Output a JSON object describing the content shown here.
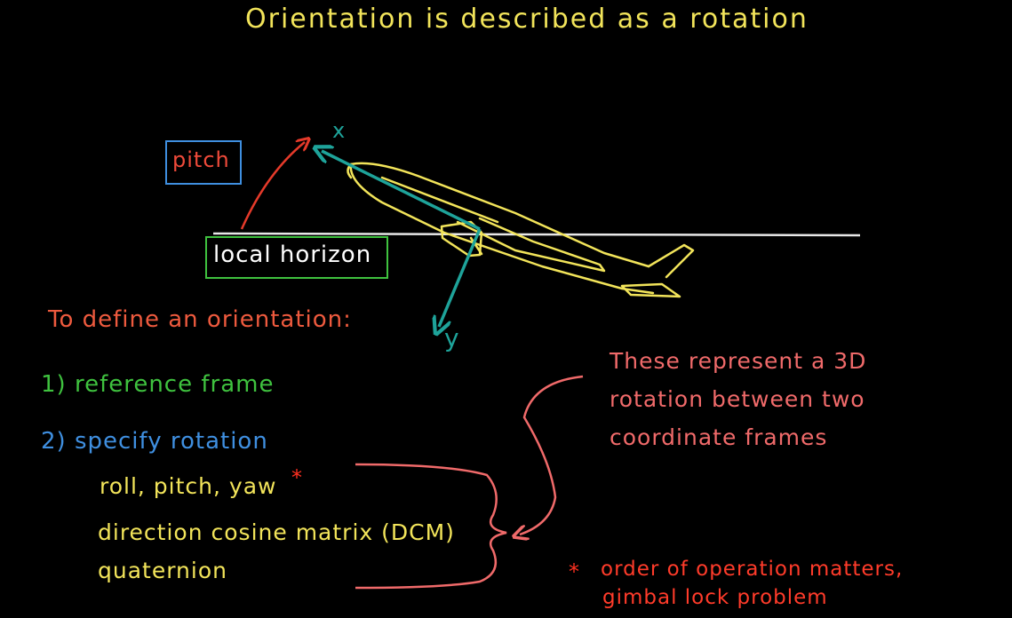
{
  "title": "Orientation is described as a rotation",
  "labels": {
    "pitch": "pitch",
    "local_horizon": "local horizon",
    "x_axis": "x",
    "y_axis": "y"
  },
  "steps": {
    "heading": "To define an orientation:",
    "step1": "1) reference frame",
    "step2": "2) specify rotation",
    "methods": [
      "roll, pitch, yaw",
      "direction cosine matrix (DCM)",
      "quaternion"
    ],
    "asterisk": "*"
  },
  "note": {
    "lines": [
      "These represent a 3D",
      "rotation between two",
      "coordinate frames"
    ]
  },
  "footnote": {
    "asterisk": "*",
    "lines": [
      "order of operation matters,",
      "gimbal lock problem"
    ]
  },
  "colors": {
    "background": "#000000",
    "title": "#f2e45a",
    "airplane": "#f2e45a",
    "body_axes": "#1ea39a",
    "pitch_arrow": "#e53a2a",
    "pitch_box": "#3f8fe0",
    "horizon_box": "#3fc23f",
    "note": "#f06a6a",
    "footnote": "#ff3b2a"
  }
}
